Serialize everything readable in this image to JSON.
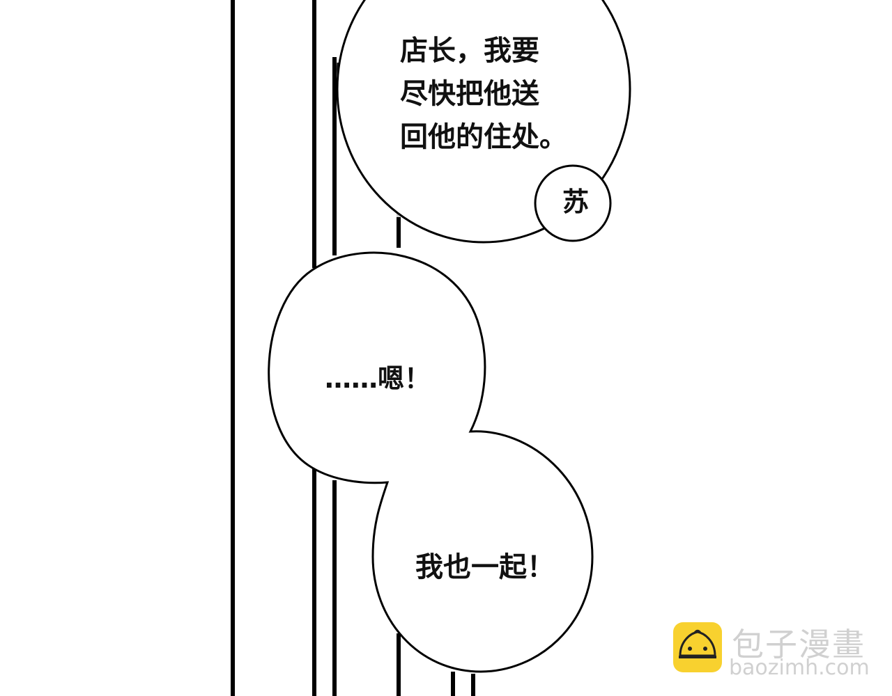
{
  "panel": {
    "background": "#ffffff",
    "line_color": "#000000",
    "ghost_line_color": "#d0d0d0"
  },
  "bubbles": [
    {
      "id": "bubble-1",
      "text": "店长，我要\n尽快把他送\n回他的住处。",
      "speaker_tag": "苏"
    },
    {
      "id": "bubble-2",
      "text": "……嗯！"
    },
    {
      "id": "bubble-3",
      "text": "我也一起！"
    }
  ],
  "watermark": {
    "brand_cn": "包子漫畫",
    "url": "baozimh.com",
    "icon": "steamed-bun-icon",
    "icon_color": "#f8d12f"
  }
}
